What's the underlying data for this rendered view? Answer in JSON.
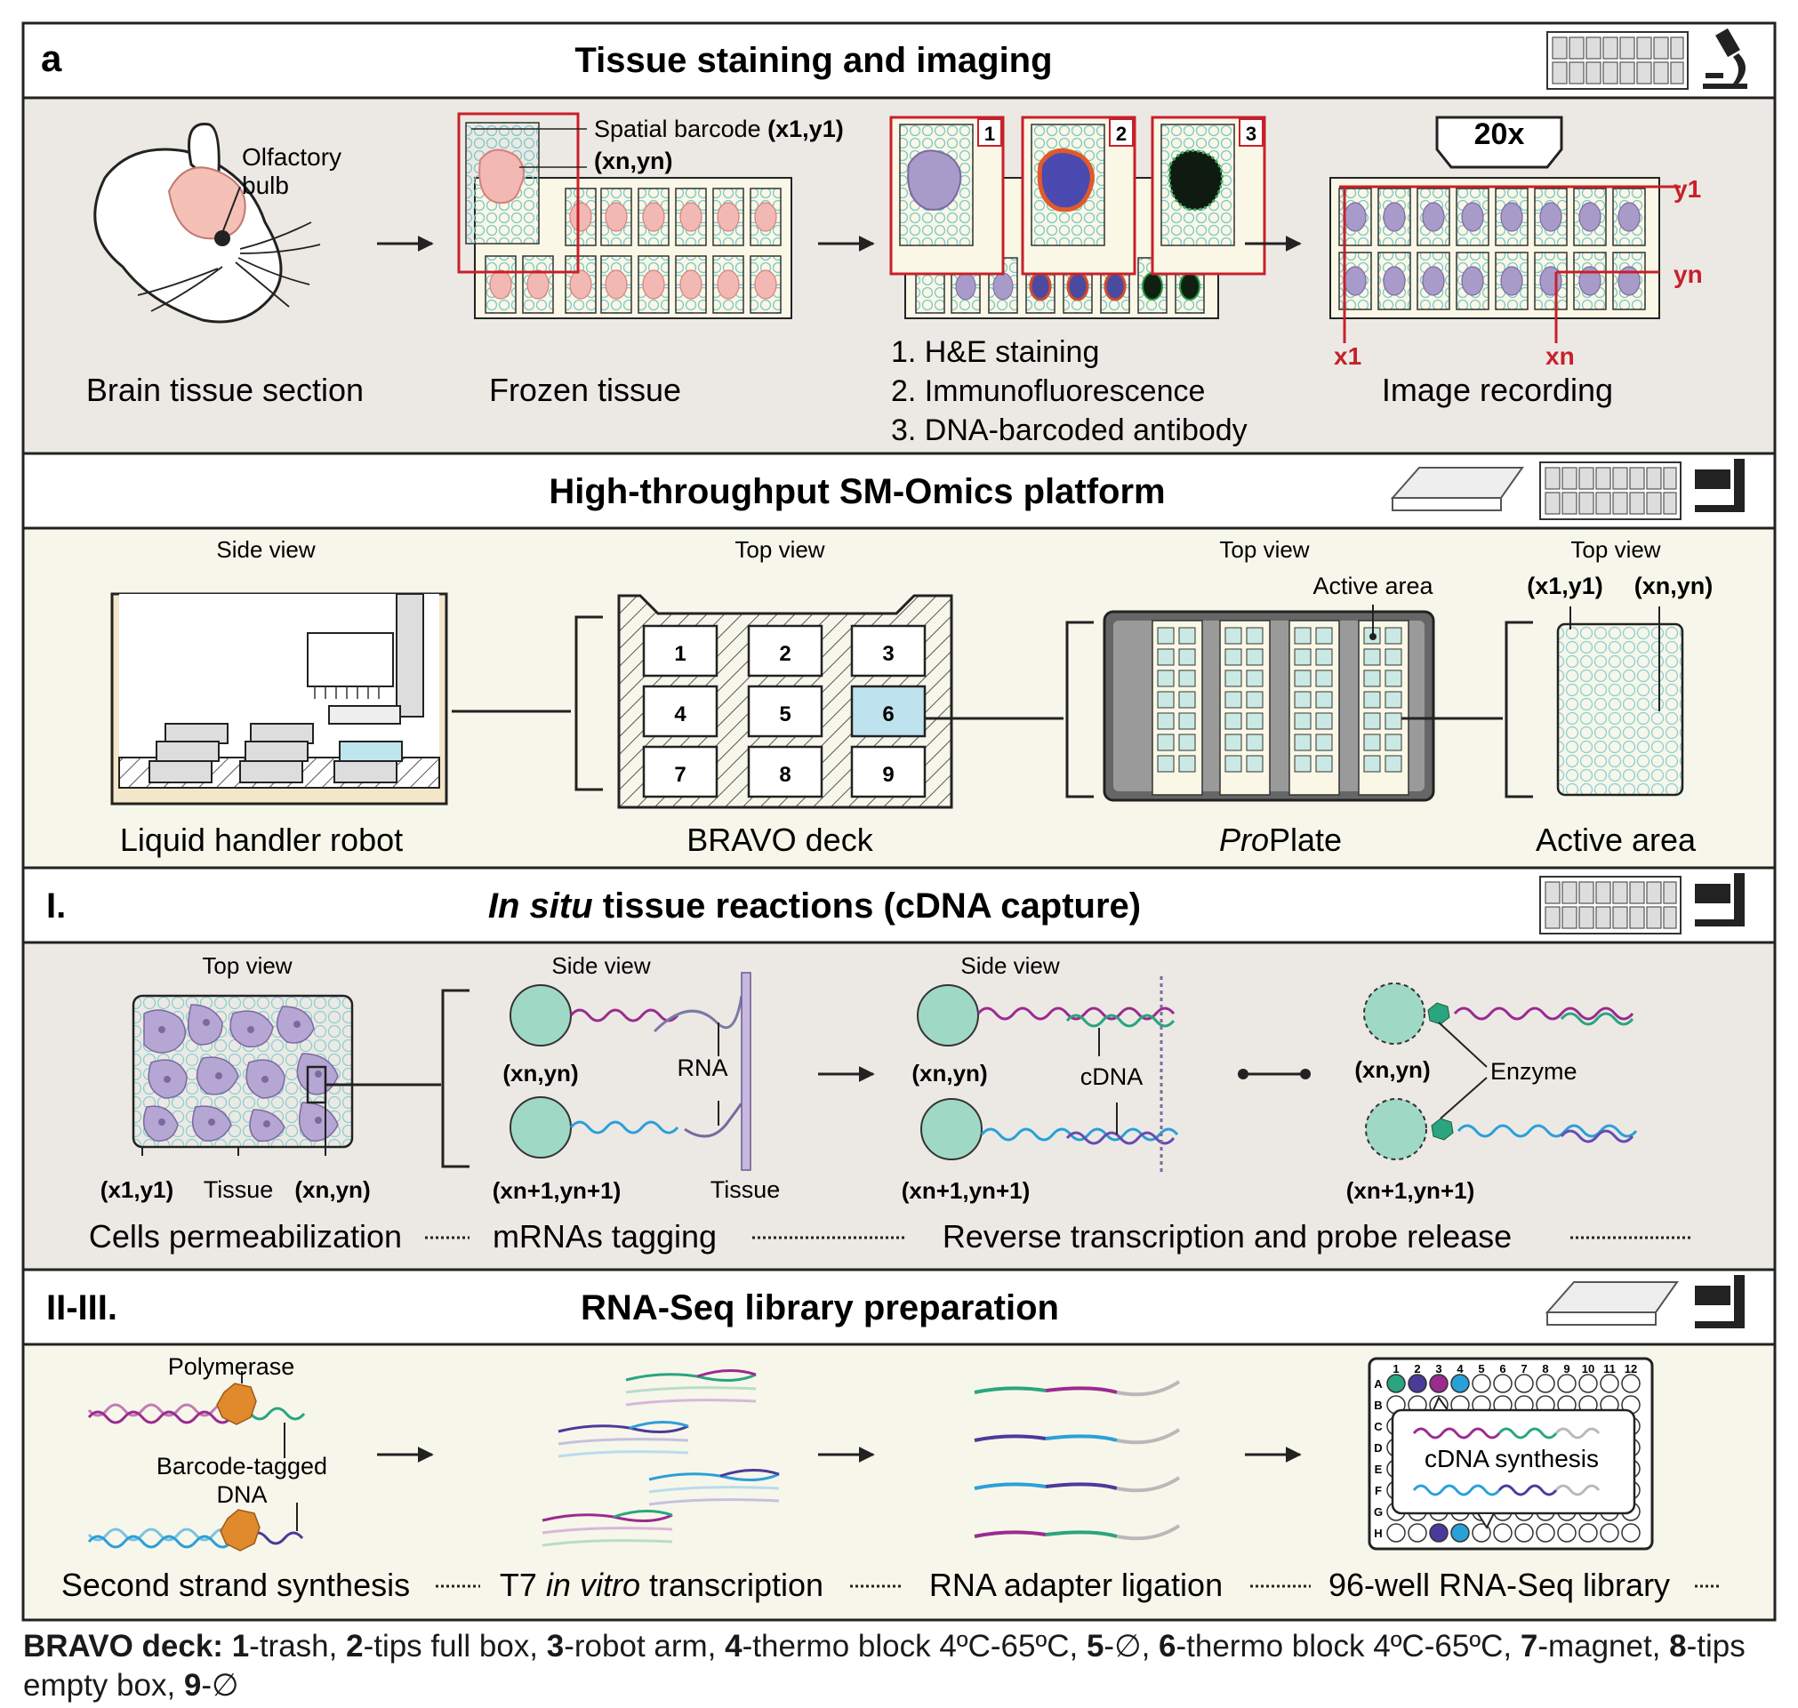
{
  "panel_letter": "a",
  "section1": {
    "title": "Tissue staining and imaging",
    "olfactory_line1": "Olfactory",
    "olfactory_line2": "bulb",
    "mouse_caption": "Brain tissue section",
    "barcode_label": "Spatial barcode",
    "coord_1": "(x1,y1)",
    "coord_n": "(xn,yn)",
    "frozen_caption": "Frozen tissue",
    "stain_badges": [
      "1",
      "2",
      "3"
    ],
    "stain_list": [
      "1. H&E staining",
      "2. Immunofluorescence",
      "3. DNA-barcoded antibody"
    ],
    "zoom": "20x",
    "axis_y1": "y1",
    "axis_yn": "yn",
    "axis_x1": "x1",
    "axis_xn": "xn",
    "imaging_caption": "Image recording"
  },
  "section2": {
    "title": "High-throughput SM-Omics platform",
    "side_view": "Side view",
    "top_view": "Top view",
    "robot_caption": "Liquid handler robot",
    "deck_slots": [
      "1",
      "2",
      "3",
      "4",
      "5",
      "6",
      "7",
      "8",
      "9"
    ],
    "deck_caption": "BRAVO deck",
    "active_area_label": "Active area",
    "proplate_caption_italic": "Pro",
    "proplate_caption_rest": "Plate",
    "coord_1": "(x1,y1)",
    "coord_n": "(xn,yn)",
    "active_caption": "Active area"
  },
  "section3": {
    "numeral": "I.",
    "title_italic": "In situ",
    "title_rest": " tissue reactions (cDNA capture)",
    "top_view": "Top view",
    "side_view": "Side view",
    "coord_1": "(x1,y1)",
    "tissue": "Tissue",
    "coord_n": "(xn,yn)",
    "coord_n1": "(xn+1,yn+1)",
    "rna": "RNA",
    "cdna": "cDNA",
    "enzyme": "Enzyme",
    "step_permeabilization": "Cells permeabilization",
    "step_tagging": "mRNAs tagging",
    "step_rt": "Reverse transcription and probe release"
  },
  "section4": {
    "numeral": "II-III.",
    "title": "RNA-Seq library preparation",
    "polymerase": "Polymerase",
    "barcode_dna_line1": "Barcode-tagged",
    "barcode_dna_line2": "DNA",
    "plate_cols": [
      "1",
      "2",
      "3",
      "4",
      "5",
      "6",
      "7",
      "8",
      "9",
      "10",
      "11",
      "12"
    ],
    "plate_rows": [
      "A",
      "B",
      "C",
      "D",
      "E",
      "F",
      "G",
      "H"
    ],
    "cdna_synthesis": "cDNA synthesis",
    "step_second_strand": "Second strand synthesis",
    "step_ivt_pre": "T7 ",
    "step_ivt_italic": "in vitro",
    "step_ivt_post": " transcription",
    "step_ligation": "RNA adapter ligation",
    "step_library": "96-well RNA-Seq library"
  },
  "legend": {
    "label": "BRAVO deck:",
    "items": [
      {
        "n": "1",
        "t": "-trash, "
      },
      {
        "n": "2",
        "t": "-tips full box, "
      },
      {
        "n": "3",
        "t": "-robot arm, "
      },
      {
        "n": "4",
        "t": "-thermo block 4ºC-65ºC, "
      },
      {
        "n": "5",
        "t": "-∅, "
      },
      {
        "n": "6",
        "t": "-thermo block 4ºC-65ºC, "
      },
      {
        "n": "7",
        "t": "-magnet, "
      },
      {
        "n": "8",
        "t": "-tips empty box, "
      },
      {
        "n": "9",
        "t": "-∅"
      }
    ]
  },
  "colors": {
    "panel_bg": "#ece9e4",
    "platform_bg": "#f7f6ea",
    "red": "#c8202a",
    "magenta": "#9b2b8f",
    "teal": "#2aa57f",
    "cyan": "#2aa0d8",
    "indigo": "#4a3b9a",
    "tissue_purple": "#a99bc9",
    "slide_cyan": "#bfe6e6",
    "pink": "#f2b8b4",
    "orange": "#e08a2b"
  }
}
